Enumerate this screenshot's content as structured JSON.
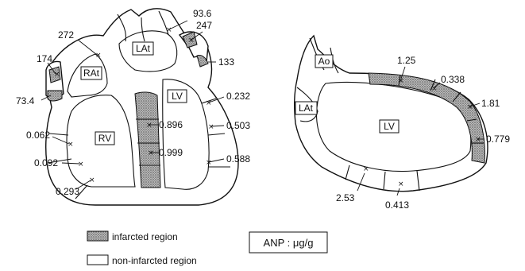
{
  "left_heart": {
    "chambers": {
      "ratrium": "RAt",
      "latrium": "LAt",
      "rv": "RV",
      "lv": "LV"
    },
    "values": {
      "v93_6": "93.6",
      "v247": "247",
      "v133": "133",
      "v272": "272",
      "v174": "174",
      "v73_4": "73.4",
      "v0_232": "0.232",
      "v0_896": "0.896",
      "v0_503": "0.503",
      "v0_999": "0.999",
      "v0_588": "0.588",
      "v0_062": "0.062",
      "v0_092": "0.092",
      "v0_293": "0.293"
    }
  },
  "right_heart": {
    "chambers": {
      "aorta": "Ao",
      "latrium": "LAt",
      "lv": "LV"
    },
    "values": {
      "v1_25": "1.25",
      "v0_338": "0.338",
      "v1_81": "1.81",
      "v0_779": "0.779",
      "v2_53": "2.53",
      "v0_413": "0.413"
    }
  },
  "legend": {
    "infarcted": "infarcted region",
    "non_infarcted": "non-infarcted region"
  },
  "unit_box": {
    "text": "ANP : μg/g"
  },
  "colors": {
    "ink": "#111111",
    "infarct_fill": "#9a9a9a",
    "background": "#ffffff"
  }
}
